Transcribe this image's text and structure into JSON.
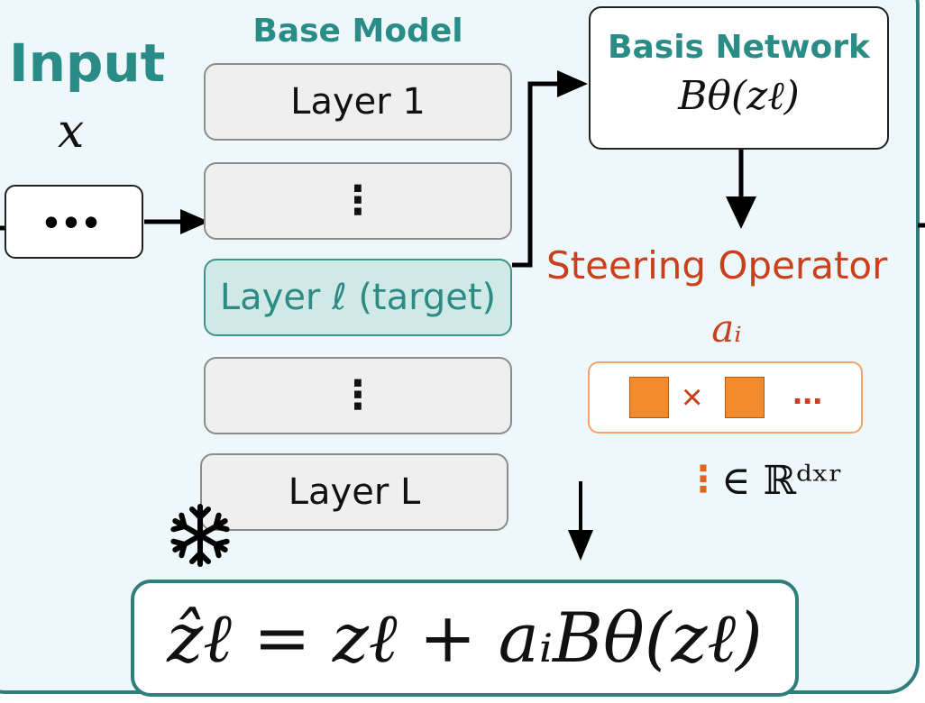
{
  "input": {
    "title": "Input",
    "symbol": "x",
    "dots": "•••"
  },
  "base_model": {
    "title": "Base Model",
    "layers": [
      "Layer 1",
      "⋮",
      "Layer ℓ (target)",
      "⋮",
      "Layer L"
    ]
  },
  "basis_network": {
    "title": "Basis Network",
    "formula": "Bθ(zℓ)"
  },
  "steering": {
    "title": "Steering Operator",
    "symbol": "aᵢ",
    "times": "×",
    "ellipsis": "...",
    "vdots": "⋮",
    "space": "∈ ℝᵈˣʳ"
  },
  "update_formula": "ẑℓ = zℓ + aᵢBθ(zℓ)",
  "icons": {
    "frozen": "snowflake-icon"
  },
  "colors": {
    "teal": "#2a8c86",
    "orange": "#f28a2e",
    "steering_red": "#c8401c"
  }
}
